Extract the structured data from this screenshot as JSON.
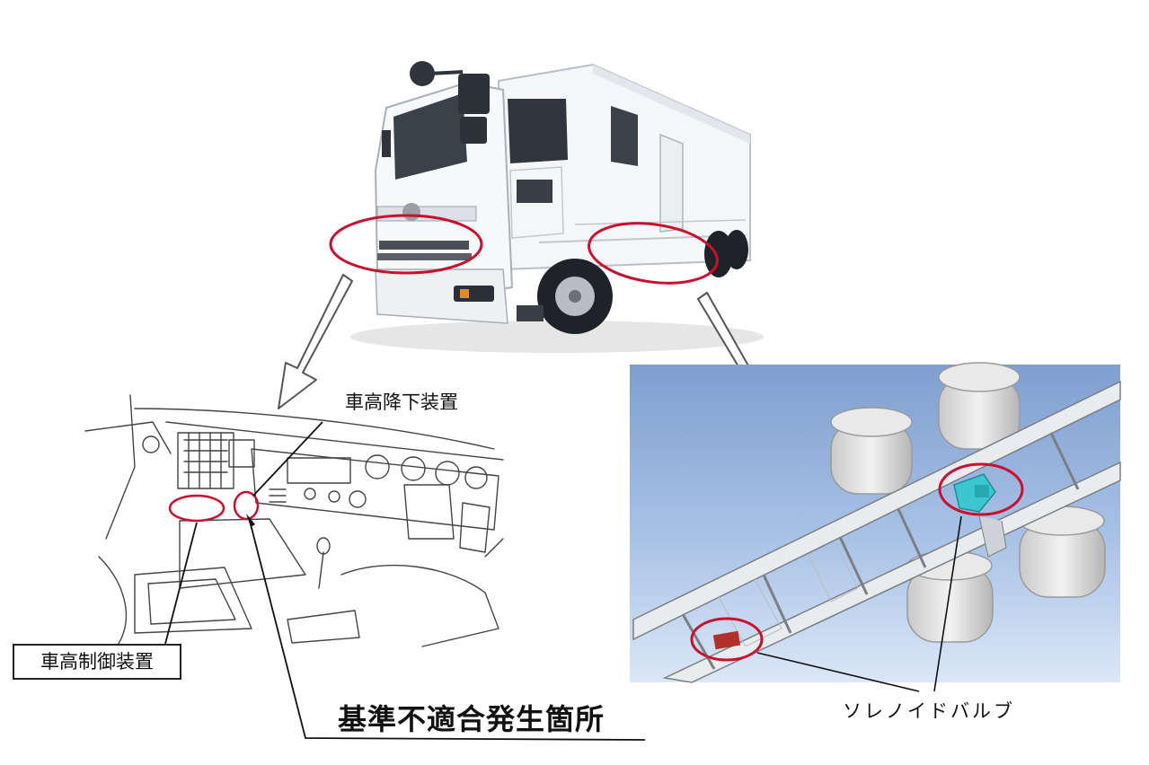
{
  "labels": {
    "lowering_device": "車高降下装置",
    "height_control_unit": "車高制御装置",
    "nonconformity_location": "基準不適合発生箇所",
    "solenoid_valve": "ソレノイドバルブ"
  },
  "colors": {
    "highlight": "#c8102e",
    "chassis_bg_top": "#7f9fd0",
    "chassis_bg_bottom": "#dbe7f7",
    "valve": "#3cc7d0",
    "box": "#b0302a"
  },
  "icons": [
    "truck-illustration",
    "cab-interior-line-drawing",
    "chassis-render",
    "arrow-icon"
  ]
}
